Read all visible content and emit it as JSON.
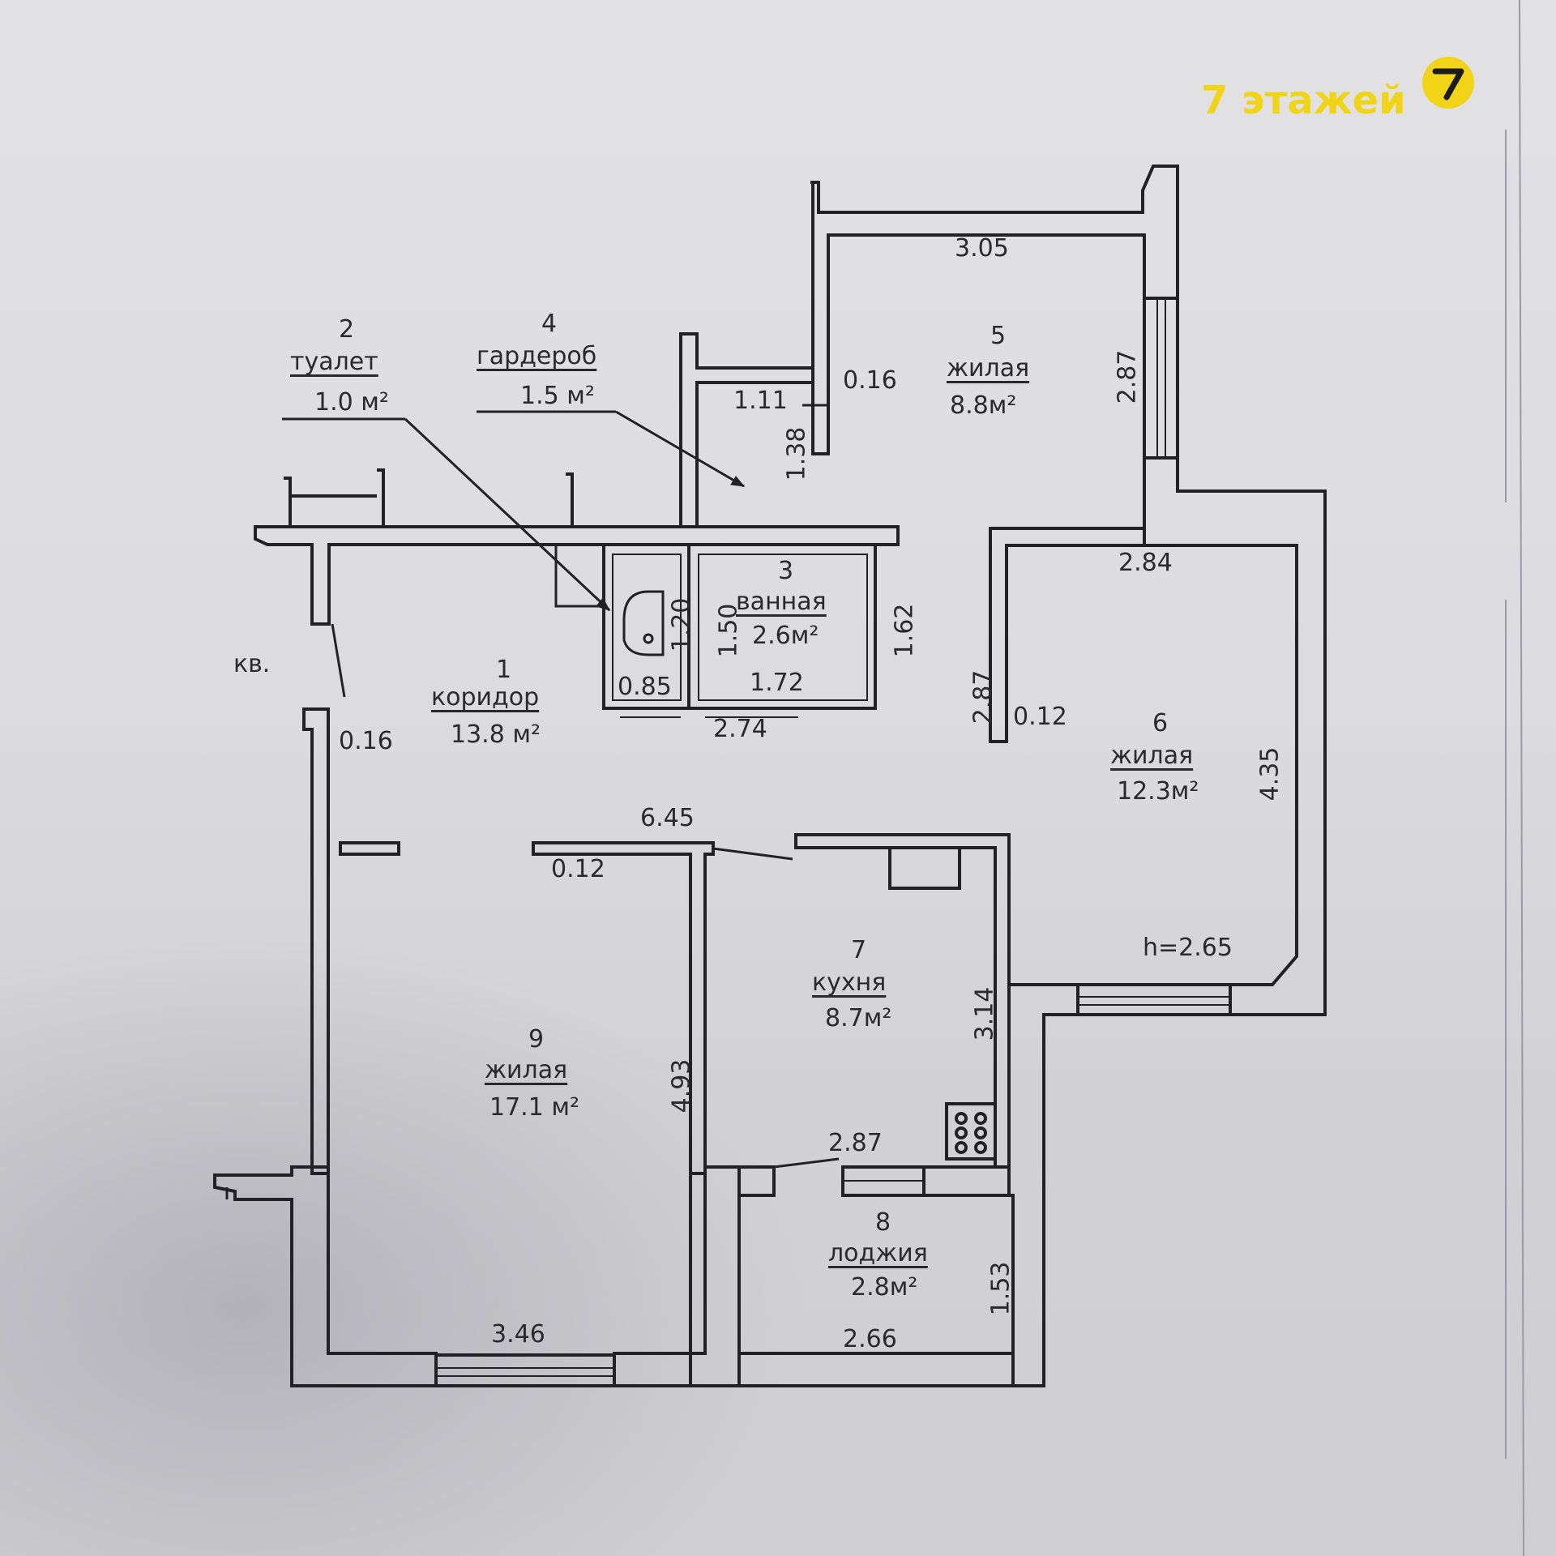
{
  "watermark": {
    "text": "7 этажей",
    "logo": "seven-logo-icon",
    "color": "#f1d417"
  },
  "height_label": "h=2.65",
  "apartment_label": "кв.",
  "rooms": [
    {
      "num": "1",
      "name": "коридор",
      "area": "13.8 м²"
    },
    {
      "num": "2",
      "name": "туалет",
      "area": "1.0 м²"
    },
    {
      "num": "3",
      "name": "ванная",
      "area": "2.6м²"
    },
    {
      "num": "4",
      "name": "гардероб",
      "area": "1.5 м²"
    },
    {
      "num": "5",
      "name": "жилая",
      "area": "8.8м²"
    },
    {
      "num": "6",
      "name": "жилая",
      "area": "12.3м²"
    },
    {
      "num": "7",
      "name": "кухня",
      "area": "8.7м²"
    },
    {
      "num": "8",
      "name": "лоджия",
      "area": "2.8м²"
    },
    {
      "num": "9",
      "name": "жилая",
      "area": "17.1 м²"
    }
  ],
  "dimensions": {
    "d305": "3.05",
    "d287a": "2.87",
    "d016a": "0.16",
    "d111": "1.11",
    "d138": "1.38",
    "d284": "2.84",
    "d287b": "2.87",
    "d012a": "0.12",
    "d435": "4.35",
    "d120": "1.20",
    "d150": "1.50",
    "d162": "1.62",
    "d085": "0.85",
    "d172": "1.72",
    "d274": "2.74",
    "d016b": "0.16",
    "d645": "6.45",
    "d012b": "0.12",
    "d314": "3.14",
    "d493": "4.93",
    "d287c": "2.87",
    "d153": "1.53",
    "d346": "3.46",
    "d266": "2.66"
  }
}
